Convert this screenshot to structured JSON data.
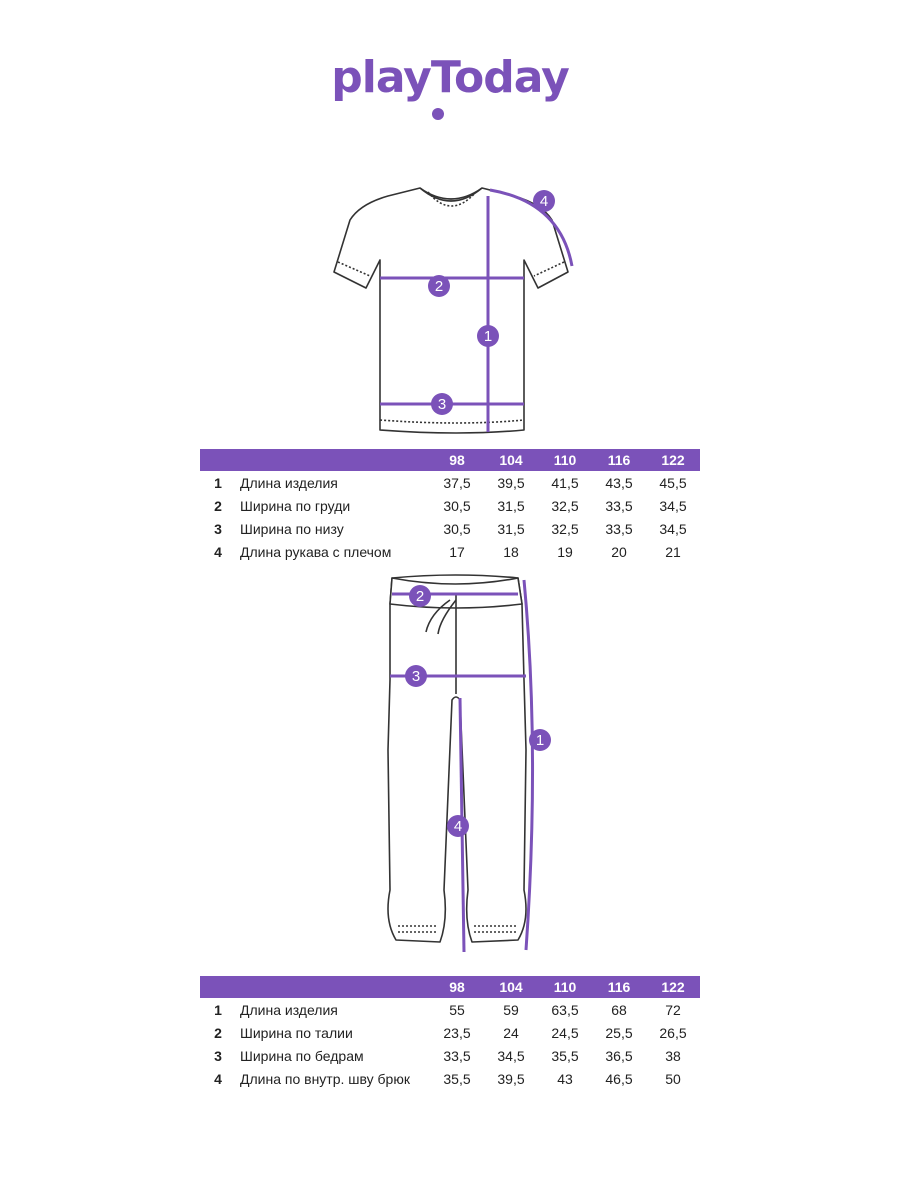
{
  "brand": {
    "logo_text": "playToday"
  },
  "colors": {
    "accent": "#7b52b9",
    "outline": "#333333"
  },
  "tshirt": {
    "markers": [
      "1",
      "2",
      "3",
      "4"
    ],
    "sizes": [
      "98",
      "104",
      "110",
      "116",
      "122"
    ],
    "rows": [
      {
        "num": "1",
        "name": "Длина изделия",
        "values": [
          "37,5",
          "39,5",
          "41,5",
          "43,5",
          "45,5"
        ]
      },
      {
        "num": "2",
        "name": "Ширина по груди",
        "values": [
          "30,5",
          "31,5",
          "32,5",
          "33,5",
          "34,5"
        ]
      },
      {
        "num": "3",
        "name": "Ширина по низу",
        "values": [
          "30,5",
          "31,5",
          "32,5",
          "33,5",
          "34,5"
        ]
      },
      {
        "num": "4",
        "name": "Длина рукава с плечом",
        "values": [
          "17",
          "18",
          "19",
          "20",
          "21"
        ]
      }
    ]
  },
  "pants": {
    "markers": [
      "1",
      "2",
      "3",
      "4"
    ],
    "sizes": [
      "98",
      "104",
      "110",
      "116",
      "122"
    ],
    "rows": [
      {
        "num": "1",
        "name": "Длина изделия",
        "values": [
          "55",
          "59",
          "63,5",
          "68",
          "72"
        ]
      },
      {
        "num": "2",
        "name": "Ширина по талии",
        "values": [
          "23,5",
          "24",
          "24,5",
          "25,5",
          "26,5"
        ]
      },
      {
        "num": "3",
        "name": "Ширина по бедрам",
        "values": [
          "33,5",
          "34,5",
          "35,5",
          "36,5",
          "38"
        ]
      },
      {
        "num": "4",
        "name": "Длина по внутр. шву брюк",
        "values": [
          "35,5",
          "39,5",
          "43",
          "46,5",
          "50"
        ]
      }
    ]
  }
}
